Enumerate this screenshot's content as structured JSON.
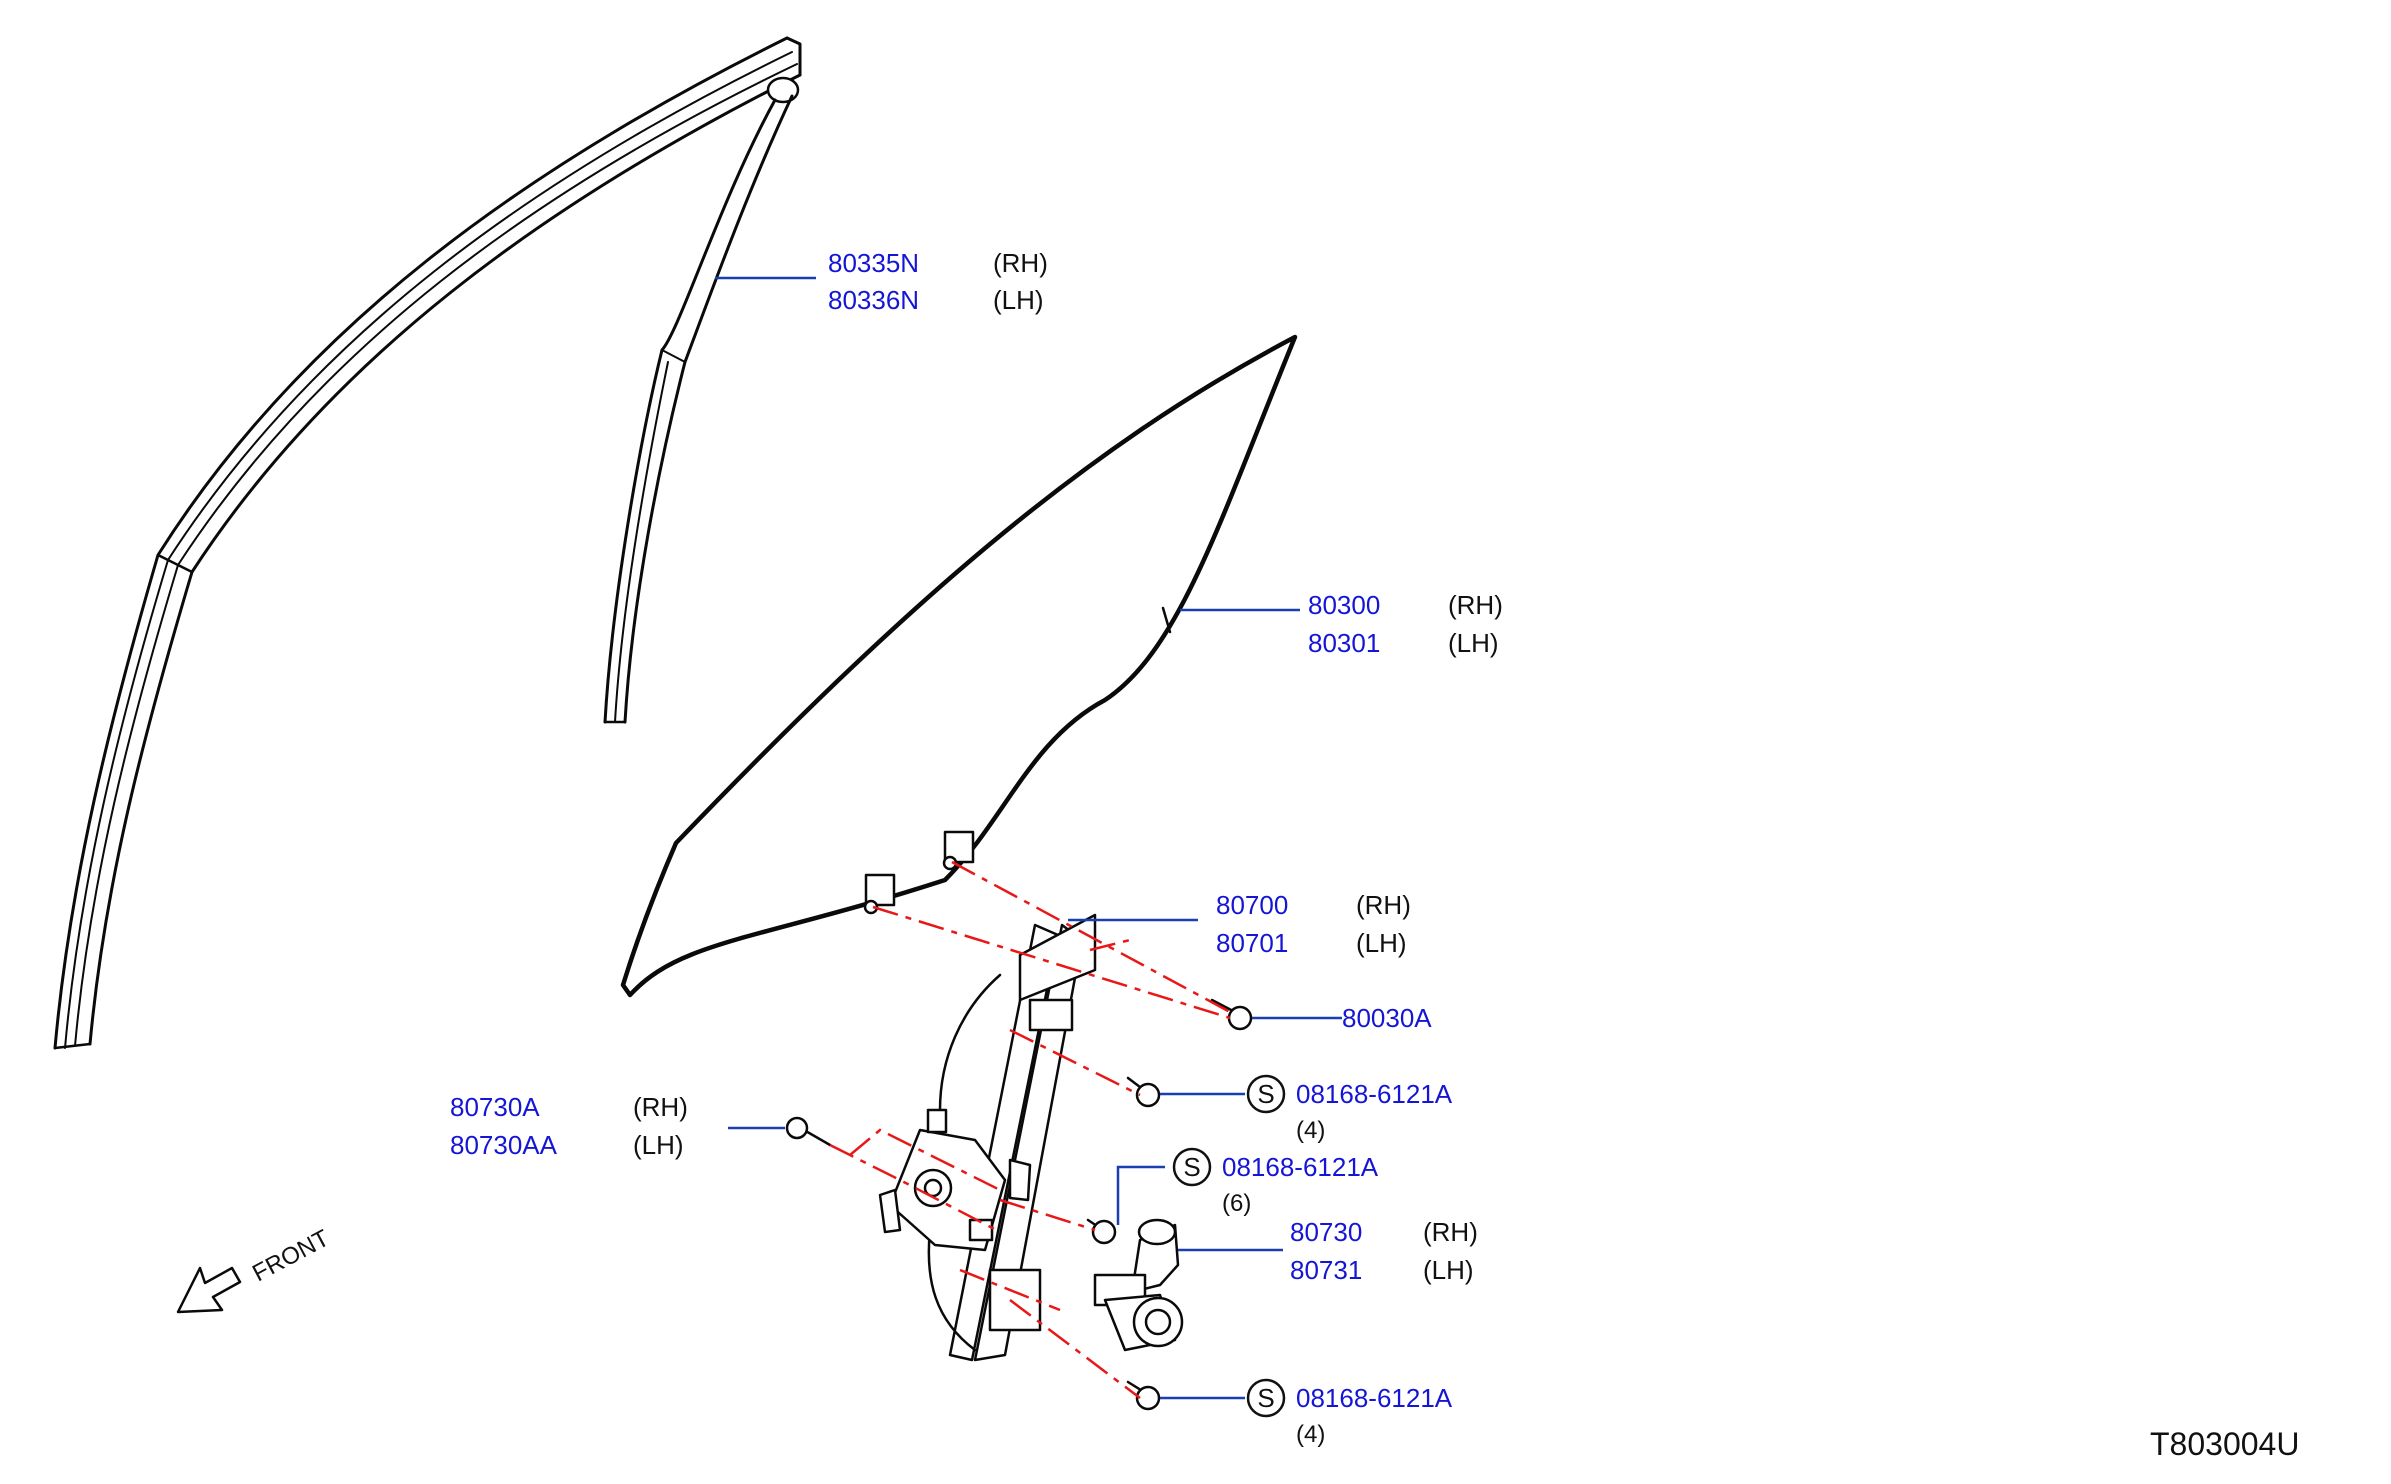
{
  "diagram_code": "T803004U",
  "front_label": "FRONT",
  "icons": {
    "standard_part_symbol": "S",
    "front_arrow": "front-arrow-icon"
  },
  "colors": {
    "part_number": "#1515d6",
    "leader_line": "#1a3fb0",
    "centerline": "#e81818",
    "drawing": "#0a0a0a"
  },
  "callouts": [
    {
      "id": "sash",
      "parts": [
        {
          "number": "80335N",
          "side": "(RH)"
        },
        {
          "number": "80336N",
          "side": "(LH)"
        }
      ]
    },
    {
      "id": "glass",
      "parts": [
        {
          "number": "80300",
          "side": "(RH)"
        },
        {
          "number": "80301",
          "side": "(LH)"
        }
      ]
    },
    {
      "id": "regulator",
      "parts": [
        {
          "number": "80700",
          "side": "(RH)"
        },
        {
          "number": "80701",
          "side": "(LH)"
        }
      ]
    },
    {
      "id": "glass-bolt",
      "parts": [
        {
          "number": "80030A",
          "side": ""
        }
      ]
    },
    {
      "id": "bolt-upper",
      "standard": true,
      "parts": [
        {
          "number": "08168-6121A",
          "side": ""
        }
      ],
      "qty": "(4)"
    },
    {
      "id": "screw",
      "parts": [
        {
          "number": "80730A",
          "side": "(RH)"
        },
        {
          "number": "80730AA",
          "side": "(LH)"
        }
      ]
    },
    {
      "id": "bolt-middle",
      "standard": true,
      "parts": [
        {
          "number": "08168-6121A",
          "side": ""
        }
      ],
      "qty": "(6)"
    },
    {
      "id": "motor",
      "parts": [
        {
          "number": "80730",
          "side": "(RH)"
        },
        {
          "number": "80731",
          "side": "(LH)"
        }
      ]
    },
    {
      "id": "bolt-lower",
      "standard": true,
      "parts": [
        {
          "number": "08168-6121A",
          "side": ""
        }
      ],
      "qty": "(4)"
    }
  ]
}
